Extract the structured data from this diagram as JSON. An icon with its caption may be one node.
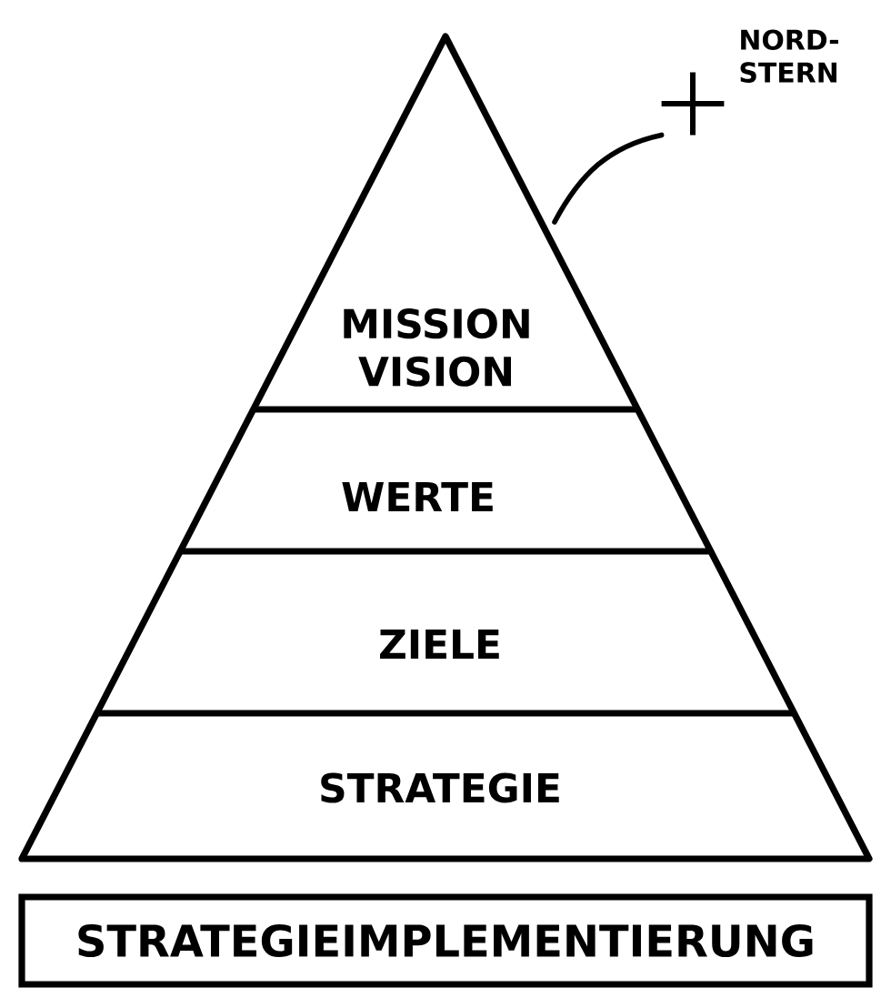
{
  "diagram": {
    "nodes": [
      {
        "text": [
          "MISSION VISION"
        ]
      },
      {
        "text": [
          "WERTE"
        ]
      },
      {
        "text": [
          "ZIELE"
        ]
      },
      {
        "text": [
          "STRATEGIE"
        ]
      },
      {
        "text": [
          "STRATEGIEIMPLEMENTIERUNG"
        ]
      },
      {
        "text": [],
        "shape": "cross",
        "beside": [
          "NORD- STERN"
        ]
      }
    ],
    "edges": [
      {
        "from": 0,
        "to": 5,
        "arrow": "none"
      }
    ]
  }
}
